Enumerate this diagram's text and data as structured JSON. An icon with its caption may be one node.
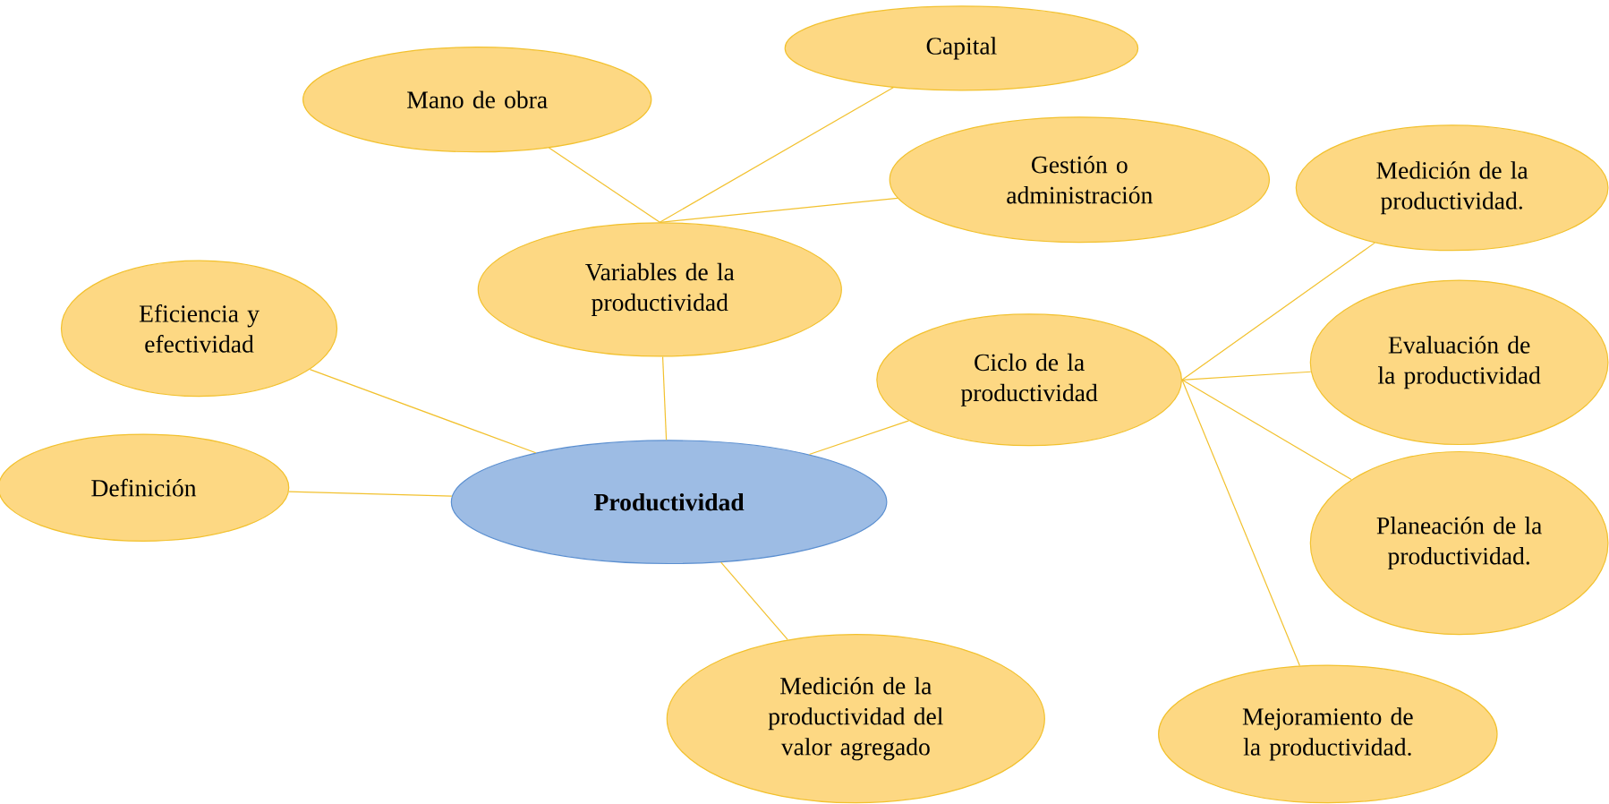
{
  "diagram": {
    "nodes": [
      {
        "text": [
          "**Productividad**"
        ]
      },
      {
        "text": [
          "Variables de la productividad"
        ]
      },
      {
        "text": [
          "Mano de obra"
        ]
      },
      {
        "text": [
          "Capital"
        ]
      },
      {
        "text": [
          "Gestión o administración"
        ]
      },
      {
        "text": [
          "Eficiencia y efectividad"
        ]
      },
      {
        "text": [
          "Definición"
        ]
      },
      {
        "text": [
          "Ciclo de la productividad"
        ]
      },
      {
        "text": [
          "Medición de la productividad."
        ]
      },
      {
        "text": [
          "Evaluación de la productividad"
        ]
      },
      {
        "text": [
          "Planeación de la productividad."
        ]
      },
      {
        "text": [
          "Mejoramiento de la productividad."
        ]
      },
      {
        "text": [
          "Medición de la productividad del valor agregado"
        ]
      }
    ],
    "edges": [
      {
        "from": 0,
        "to": 1,
        "arrow": "none"
      },
      {
        "from": 1,
        "to": 2,
        "arrow": "none"
      },
      {
        "from": 1,
        "to": 3,
        "arrow": "none"
      },
      {
        "from": 1,
        "to": 4,
        "arrow": "none"
      },
      {
        "from": 0,
        "to": 5,
        "arrow": "none"
      },
      {
        "from": 0,
        "to": 6,
        "arrow": "none"
      },
      {
        "from": 0,
        "to": 7,
        "arrow": "none"
      },
      {
        "from": 7,
        "to": 8,
        "arrow": "none"
      },
      {
        "from": 7,
        "to": 9,
        "arrow": "none"
      },
      {
        "from": 7,
        "to": 10,
        "arrow": "none"
      },
      {
        "from": 7,
        "to": 11,
        "arrow": "none"
      },
      {
        "from": 0,
        "to": 12,
        "arrow": "none"
      }
    ]
  }
}
